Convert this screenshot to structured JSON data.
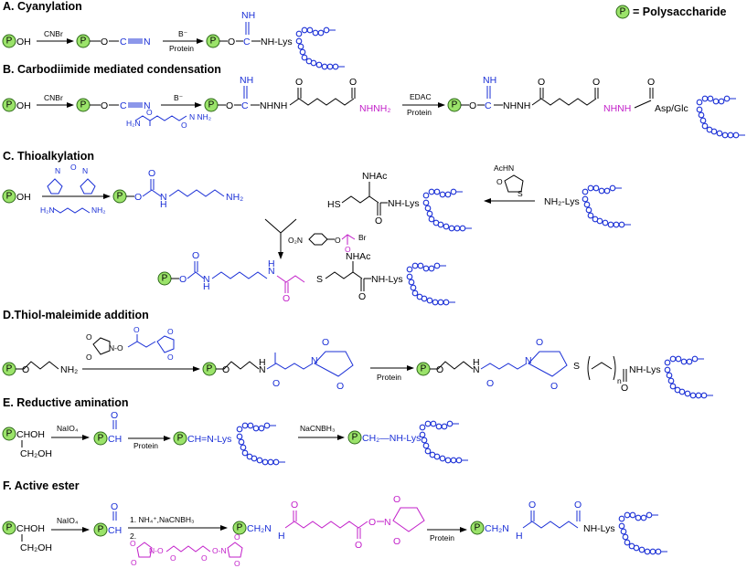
{
  "legend": {
    "symbol": "P",
    "label": "= Polysaccharide"
  },
  "sections": {
    "A": {
      "title": "A. Cyanylation",
      "reagent": "CNBr",
      "base": "B⁻",
      "protein": "Protein",
      "oh": "OH",
      "nh": "NH",
      "nhlys": "NH-Lys"
    },
    "B": {
      "title": "B. Carbodiimide mediated condensation",
      "reagent": "CNBr",
      "base": "B⁻",
      "edac": "EDAC",
      "protein": "Protein",
      "nhnh": "NHNH₂",
      "nhhn": "NHNH",
      "aspglc": "Asp/Glc",
      "nh": "NH",
      "hnnn": "NHNH",
      "h2n": "H₂N",
      "hn": "N",
      "h": "H"
    },
    "C": {
      "title": "C. Thioalkylation",
      "nh2": "NH₂",
      "nhlys": "NH-Lys",
      "nhac": "NHAc",
      "hs": "HS",
      "acnh": "AcHN",
      "s": "S",
      "nh2lys": "NH₂-Lys",
      "o2n": "O₂N",
      "br": "Br",
      "h": "H",
      "n": "N"
    },
    "D": {
      "title": "D.Thiol-maleimide addition",
      "nh2": "NH₂",
      "protein": "Protein",
      "s": "S",
      "n": "n",
      "nhlys": "NH-Lys",
      "h": "H",
      "nlabel": "N"
    },
    "E": {
      "title": "E. Reductive amination",
      "choh": "CHOH",
      "ch2oh": "CH₂OH",
      "naio4": "NaIO₄",
      "protein": "Protein",
      "ch": "CH",
      "chn": "CH=N-Lys",
      "nacnbh3": "NaCNBH₃",
      "ch2nh": "CH₂—NH-Lys"
    },
    "F": {
      "title": "F. Active ester",
      "choh": "CHOH",
      "ch2oh": "CH₂OH",
      "naio4": "NaIO₄",
      "step1": "1. NH₄⁺,NaCNBH₃",
      "step2": "2.",
      "ch2n": "CH₂N",
      "h": "H",
      "protein": "Protein",
      "nhlys": "NH-Lys",
      "n": "N"
    }
  }
}
